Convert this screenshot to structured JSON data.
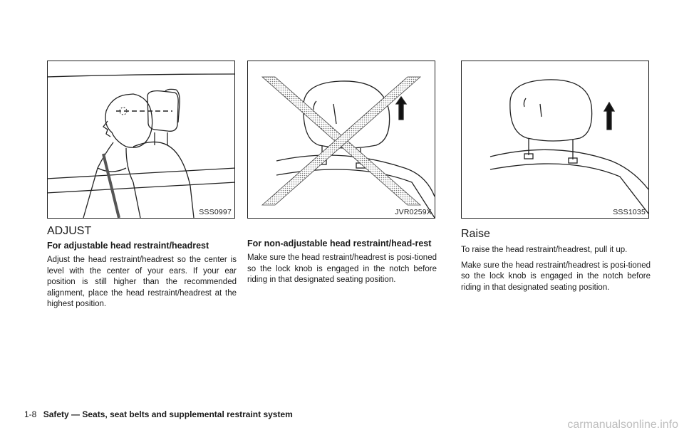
{
  "figures": [
    {
      "code": "SSS0997"
    },
    {
      "code": "JVR0259X"
    },
    {
      "code": "SSS1035"
    }
  ],
  "col1": {
    "section": "ADJUST",
    "subheading": "For adjustable head restraint/headrest",
    "paragraph": "Adjust the head restraint/headrest so the center is level with the center of your ears. If your ear position is still higher than the recommended alignment, place the head restraint/headrest at the highest position."
  },
  "col2": {
    "subheading": "For non-adjustable head restraint/head-rest",
    "paragraph": "Make sure the head restraint/headrest is posi-tioned so the lock knob is engaged in the notch before riding in that designated seating position."
  },
  "col3": {
    "section": "Raise",
    "paragraph1": "To raise the head restraint/headrest, pull it up.",
    "paragraph2": "Make sure the head restraint/headrest is posi-tioned so the lock knob is engaged in the notch before riding in that designated seating position."
  },
  "footer": {
    "page_number": "1-8",
    "chapter_title": "Safety — Seats, seat belts and supplemental restraint system"
  },
  "watermark": "carmanualsonline.info"
}
